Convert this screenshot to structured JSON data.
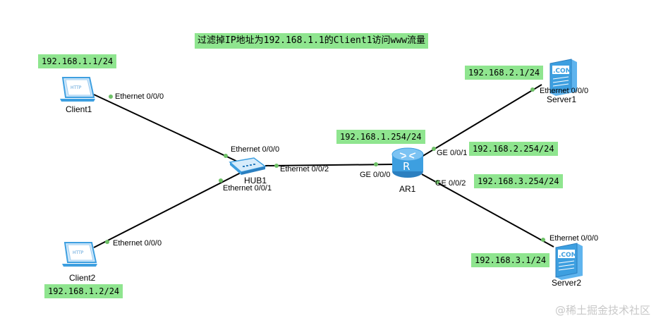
{
  "title": "过滤掉IP地址为192.168.1.1的Client1访问www流量",
  "devices": {
    "client1": {
      "name": "Client1",
      "ip": "192.168.1.1/24",
      "port": "Ethernet 0/0/0",
      "screen_text": "HTTP"
    },
    "client2": {
      "name": "Client2",
      "ip": "192.168.1.2/24",
      "port": "Ethernet 0/0/0",
      "screen_text": "HTTP"
    },
    "hub1": {
      "name": "HUB1",
      "port0": "Ethernet 0/0/0",
      "port1": "Ethernet 0/0/1",
      "port2": "Ethernet 0/0/2"
    },
    "ar1": {
      "name": "AR1",
      "glyph": "R",
      "ge000": "GE 0/0/0",
      "ge001": "GE 0/0/1",
      "ge002": "GE 0/0/2",
      "ip_ge000": "192.168.1.254/24",
      "ip_ge001": "192.168.2.254/24",
      "ip_ge002": "192.168.3.254/24"
    },
    "server1": {
      "name": "Server1",
      "ip": "192.168.2.1/24",
      "port": "Ethernet 0/0/0",
      "badge": ".COM"
    },
    "server2": {
      "name": "Server2",
      "ip": "192.168.3.1/24",
      "port": "Ethernet 0/0/0",
      "badge": ".COM"
    }
  },
  "watermark": "@稀土掘金技术社区",
  "colors": {
    "label_bg": "#8fe58f",
    "link_line": "#000000",
    "port_dot": "#6dc066",
    "device_blue": "#3d9fe0",
    "watermark": "#c8c8c8"
  }
}
